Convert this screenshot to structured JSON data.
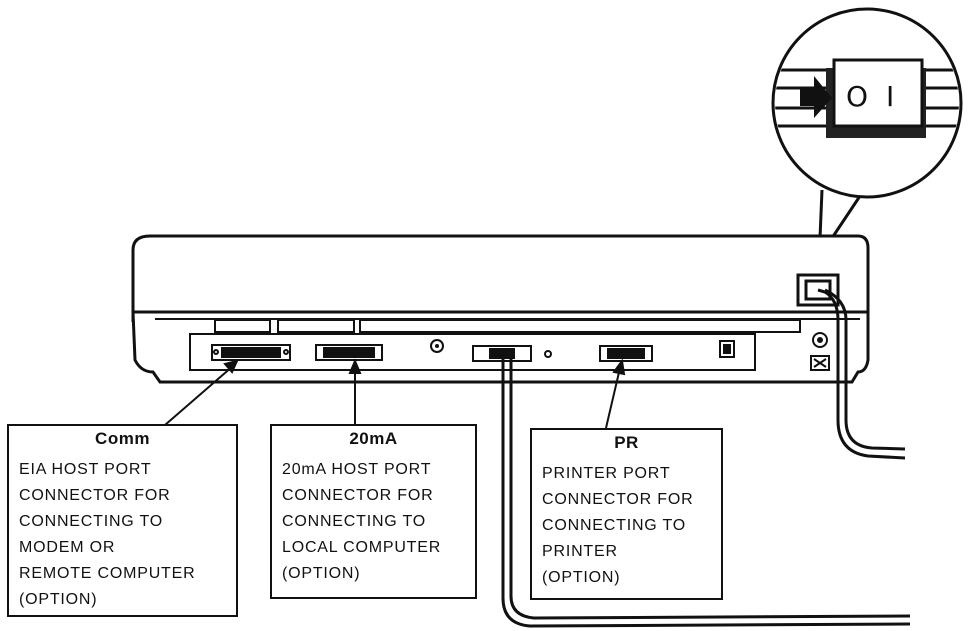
{
  "callouts": [
    {
      "id": "comm",
      "title": "Comm",
      "lines": [
        "EIA HOST PORT",
        "CONNECTOR FOR",
        "CONNECTING TO",
        "MODEM OR",
        "REMOTE COMPUTER",
        "(OPTION)"
      ]
    },
    {
      "id": "20ma",
      "title": "20mA",
      "lines": [
        "20mA HOST PORT",
        "CONNECTOR FOR",
        "CONNECTING TO",
        "LOCAL COMPUTER",
        "(OPTION)"
      ]
    },
    {
      "id": "pr",
      "title": "PR",
      "lines": [
        "PRINTER PORT",
        "CONNECTOR FOR",
        "CONNECTING TO",
        "PRINTER",
        "(OPTION)"
      ]
    }
  ],
  "power_switch": {
    "off_symbol": "O",
    "on_symbol": "I"
  }
}
